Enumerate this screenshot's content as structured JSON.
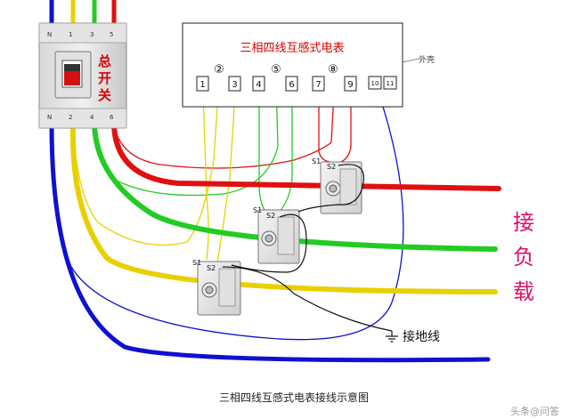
{
  "meter": {
    "title": "三相四线互感式电表",
    "casing_label": "外壳",
    "terminals": [
      "1",
      "②",
      "3",
      "4",
      "⑤",
      "6",
      "7",
      "⑧",
      "9",
      "10",
      "11"
    ]
  },
  "breaker": {
    "label": [
      "总",
      "开",
      "关"
    ],
    "top_terminals": [
      "N",
      "1",
      "3",
      "5"
    ],
    "bottom_terminals": [
      "N",
      "2",
      "4",
      "6"
    ]
  },
  "ct": {
    "s1": "S1",
    "s2": "S2"
  },
  "load_label": [
    "接",
    "负",
    "载"
  ],
  "ground_label": "接地线",
  "caption": "三相四线互感式电表接线示意图",
  "watermark": "头条@问答",
  "colors": {
    "phase_a": "#e8d000",
    "phase_b": "#22cc22",
    "phase_c": "#e01010",
    "neutral": "#1010d0",
    "load_text": "#e0106a",
    "title_red": "#d80000",
    "ground": "#111111"
  }
}
